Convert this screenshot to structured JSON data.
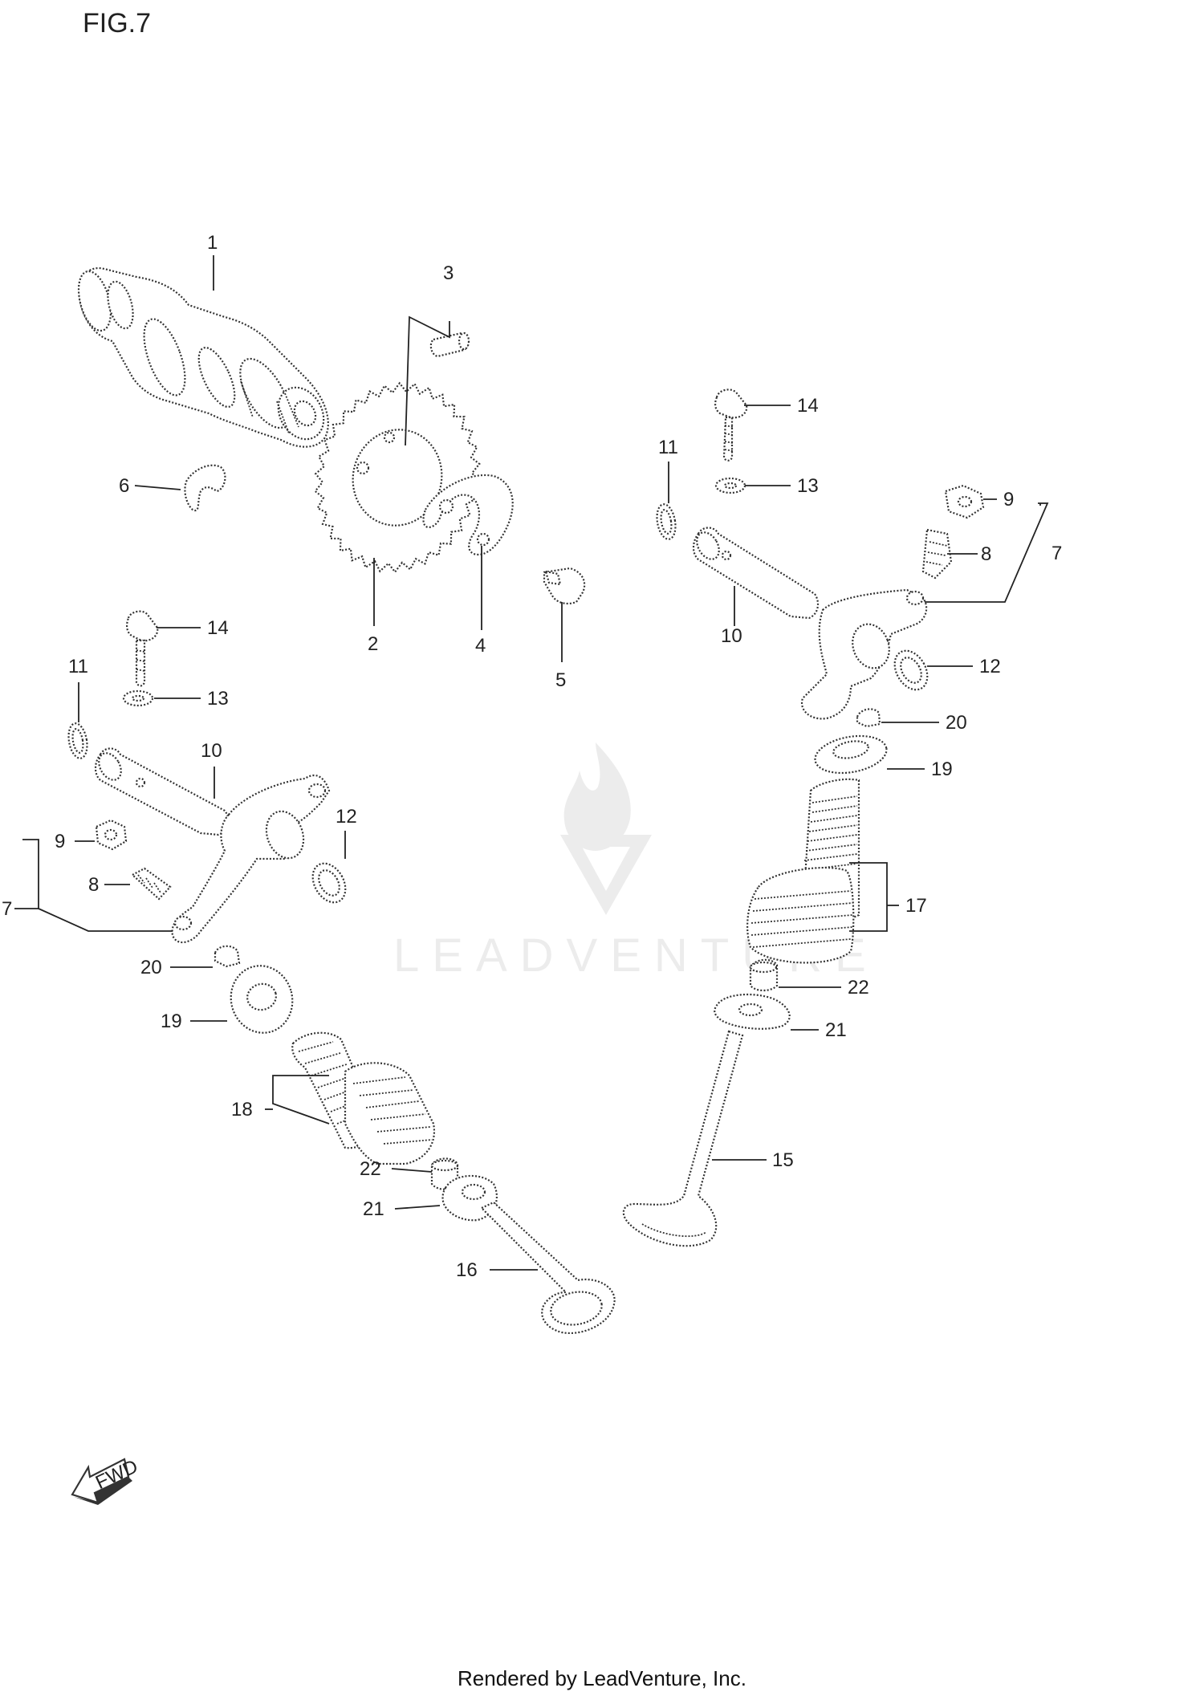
{
  "figure_title": "FIG.7",
  "watermark_text": "LEADVENTURE",
  "fwd_label": "FWD",
  "footer_text": "Rendered by LeadVenture, Inc.",
  "callouts": [
    "1",
    "2",
    "3",
    "4",
    "5",
    "6",
    "7",
    "8",
    "9",
    "10",
    "11",
    "12",
    "13",
    "14",
    "15",
    "16",
    "17",
    "18",
    "19",
    "20",
    "21",
    "22"
  ],
  "colors": {
    "line": "#333333",
    "watermark": "#ececec",
    "background": "#ffffff"
  }
}
